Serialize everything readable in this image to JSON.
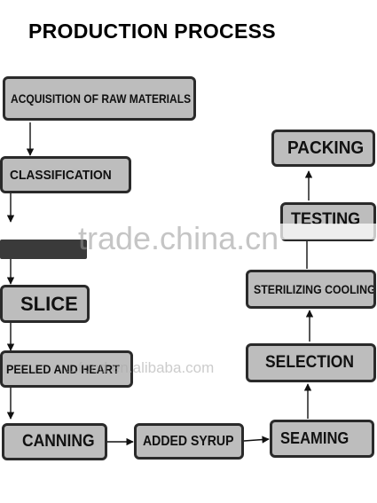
{
  "title": "PRODUCTION PROCESS",
  "steps": {
    "acquisition": "ACQUISITION OF RAW MATERIALS",
    "classification": "CLASSIFICATION",
    "slice": "SLICE",
    "peeled": "PEELED AND HEART",
    "canning": "CANNING",
    "added_syrup": "ADDED SYRUP",
    "seaming": "SEAMING",
    "selection": "SELECTION",
    "sterilizing": "STERILIZING COOLING",
    "testing": "TESTING",
    "packing": "PACKING"
  },
  "watermarks": {
    "main": "trade.china.cn",
    "secondary": "...food.en.alibaba.com"
  },
  "colors": {
    "box_fill": "#bdbdbd",
    "box_border": "#2a2a2a",
    "arrow": "#111111"
  }
}
